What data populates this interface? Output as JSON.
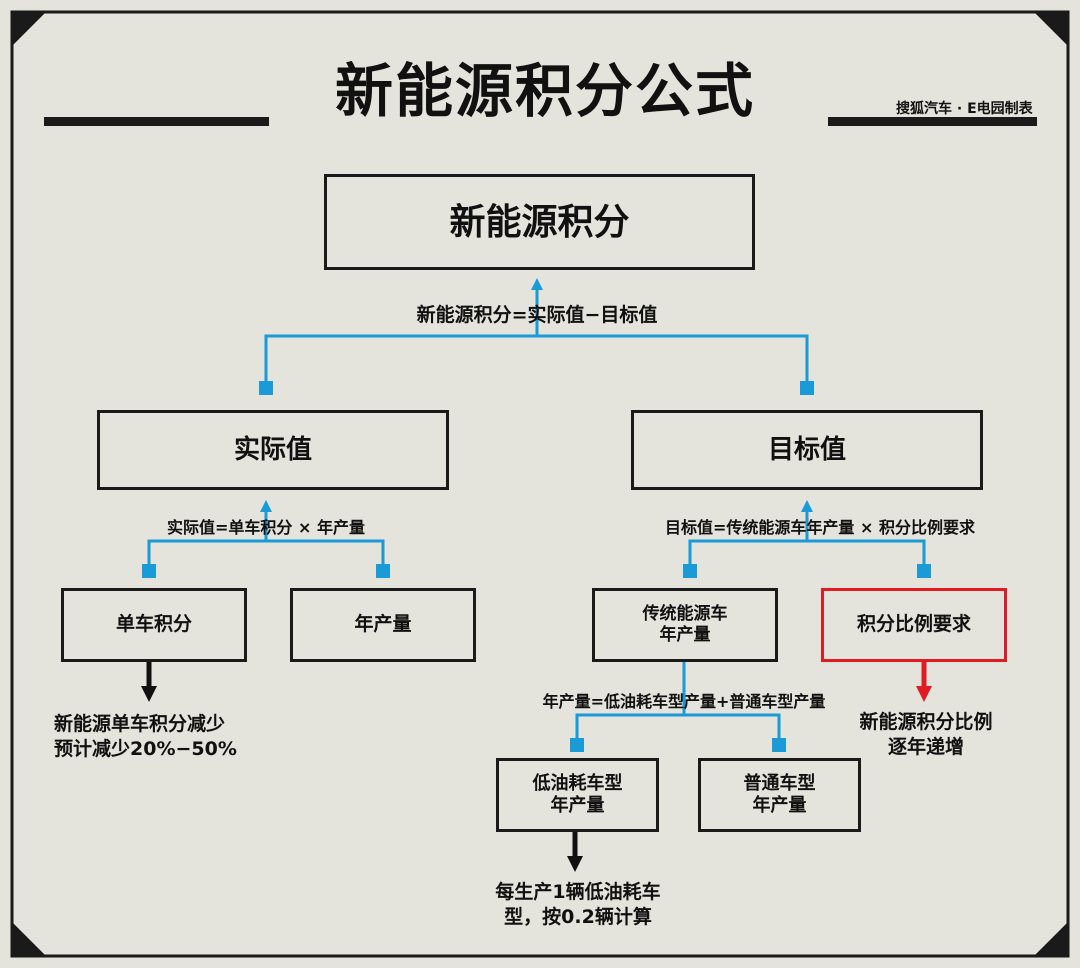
{
  "title": "新能源积分公式",
  "credit": "搜狐汽车 · E电园制表",
  "colors": {
    "background": "#e4e3dc",
    "connector": "#1a9ad6",
    "outline": "#1a1a1a",
    "highlight": "#e01b22"
  },
  "nodes": {
    "root": "新能源积分",
    "actual": "实际值",
    "target": "目标值",
    "per_vehicle": "单车积分",
    "annual_output": "年产量",
    "traditional_output": [
      "传统能源车",
      "年产量"
    ],
    "ratio_requirement": "积分比例要求",
    "low_consumption_output": [
      "低油耗车型",
      "年产量"
    ],
    "regular_output": [
      "普通车型",
      "年产量"
    ]
  },
  "formulas": {
    "root": "新能源积分=实际值−目标值",
    "actual": "实际值=单车积分 × 年产量",
    "target": "目标值=传统能源车年产量 × 积分比例要求",
    "traditional": "年产量=低油耗车型产量+普通车型产量"
  },
  "notes": {
    "per_vehicle": [
      "新能源单车积分减少",
      "预计减少20%−50%"
    ],
    "ratio": [
      "新能源积分比例",
      "逐年递增"
    ],
    "low_consumption": [
      "每生产1辆低油耗车",
      "型，按0.2辆计算"
    ]
  }
}
